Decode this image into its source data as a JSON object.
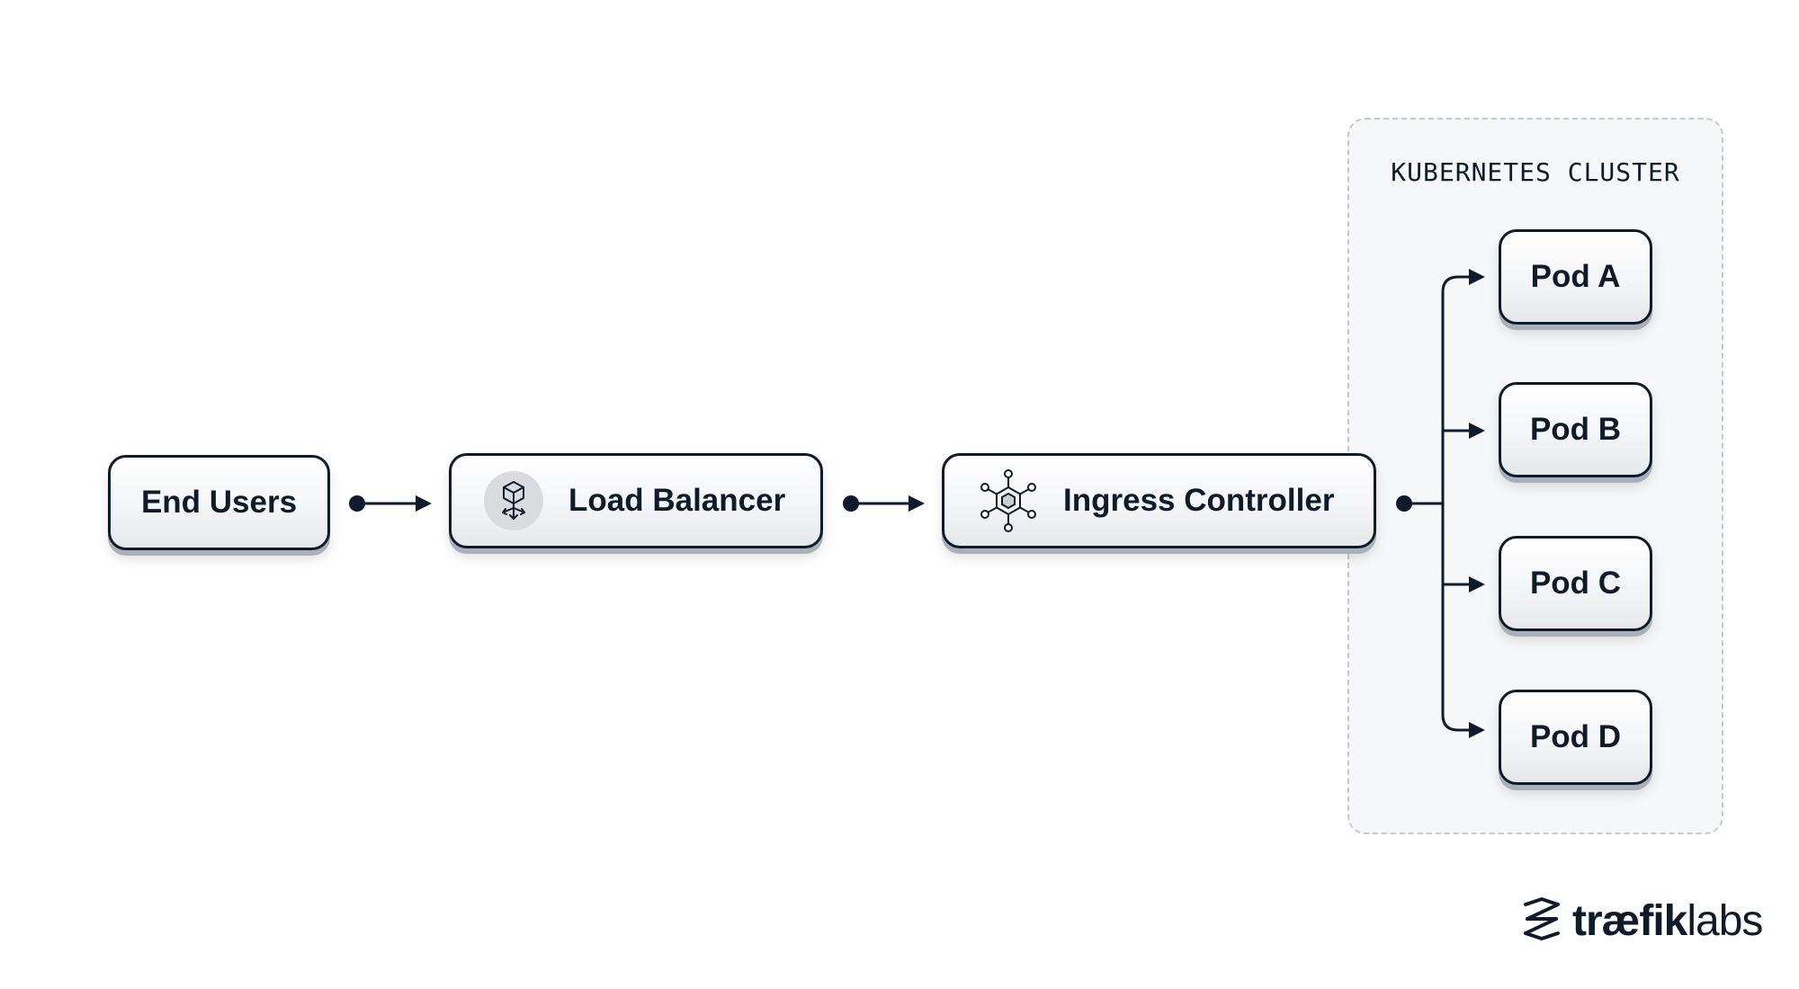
{
  "cluster": {
    "label": "KUBERNETES CLUSTER"
  },
  "nodes": {
    "end_users": "End Users",
    "load_balancer": "Load Balancer",
    "ingress_controller": "Ingress Controller"
  },
  "pods": [
    "Pod A",
    "Pod B",
    "Pod C",
    "Pod D"
  ],
  "icons": {
    "load_balancer": "load-balancer-icon",
    "ingress_controller": "ingress-hexagon-icon",
    "logo": "traefik-logo-icon"
  },
  "colors": {
    "ink": "#0f1b2b",
    "cluster_bg": "#f6f7f8",
    "cluster_border": "#c6c9cd"
  },
  "logo": {
    "text": "træfiklabs",
    "bold_part": "træfik",
    "light_part": "labs"
  }
}
